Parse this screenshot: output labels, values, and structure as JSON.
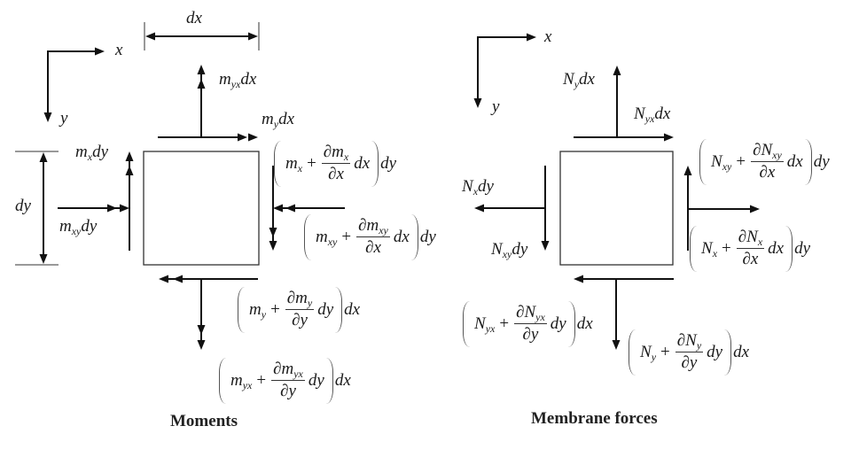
{
  "symbols": {
    "plus": "+",
    "partial": "∂"
  },
  "moments": {
    "caption": "Moments",
    "axis_x_label": "x",
    "axis_y_label": "y",
    "dim_dx_label": "dx",
    "dim_dy_label": "dy",
    "labels": {
      "myx_dx": {
        "sym": "m",
        "sub": "yx",
        "diff": "dx"
      },
      "my_dx": {
        "sym": "m",
        "sub": "y",
        "diff": "dx"
      },
      "mx_dy": {
        "sym": "m",
        "sub": "x",
        "diff": "dy"
      },
      "mxy_dy": {
        "sym": "m",
        "sub": "xy",
        "diff": "dy"
      }
    },
    "formulas": {
      "mx": {
        "sym": "m",
        "sub": "x",
        "num_sym": "m",
        "num_sub": "x",
        "den": "x",
        "inner_diff": "dx",
        "outer_diff": "dy"
      },
      "mxy": {
        "sym": "m",
        "sub": "xy",
        "num_sym": "m",
        "num_sub": "xy",
        "den": "x",
        "inner_diff": "dx",
        "outer_diff": "dy"
      },
      "my": {
        "sym": "m",
        "sub": "y",
        "num_sym": "m",
        "num_sub": "y",
        "den": "y",
        "inner_diff": "dy",
        "outer_diff": "dx"
      },
      "myx": {
        "sym": "m",
        "sub": "yx",
        "num_sym": "m",
        "num_sub": "yx",
        "den": "y",
        "inner_diff": "dy",
        "outer_diff": "dx"
      }
    }
  },
  "membrane": {
    "caption": "Membrane forces",
    "axis_x_label": "x",
    "axis_y_label": "y",
    "labels": {
      "ny_dx": {
        "sym": "N",
        "sub": "y",
        "diff": "dx"
      },
      "nyx_dx": {
        "sym": "N",
        "sub": "yx",
        "diff": "dx"
      },
      "nx_dy": {
        "sym": "N",
        "sub": "x",
        "diff": "dy"
      },
      "nxy_dy": {
        "sym": "N",
        "sub": "xy",
        "diff": "dy"
      }
    },
    "formulas": {
      "nxy": {
        "sym": "N",
        "sub": "xy",
        "num_sym": "N",
        "num_sub": "xy",
        "den": "x",
        "inner_diff": "dx",
        "outer_diff": "dy"
      },
      "nx": {
        "sym": "N",
        "sub": "x",
        "num_sym": "N",
        "num_sub": "x",
        "den": "x",
        "inner_diff": "dx",
        "outer_diff": "dy"
      },
      "nyx": {
        "sym": "N",
        "sub": "yx",
        "num_sym": "N",
        "num_sub": "yx",
        "den": "y",
        "inner_diff": "dy",
        "outer_diff": "dx"
      },
      "ny": {
        "sym": "N",
        "sub": "y",
        "num_sym": "N",
        "num_sub": "y",
        "den": "y",
        "inner_diff": "dy",
        "outer_diff": "dx"
      }
    }
  }
}
